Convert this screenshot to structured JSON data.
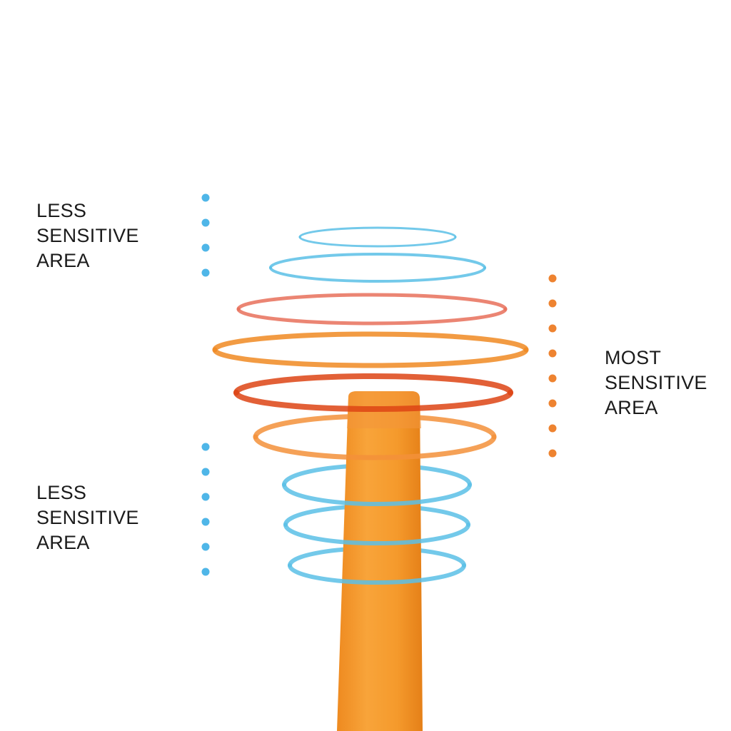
{
  "labels": {
    "top_less": [
      "LESS",
      "SENSITIVE",
      "AREA"
    ],
    "most": [
      "MOST",
      "SENSITIVE",
      "AREA"
    ],
    "bottom_less": [
      "LESS",
      "SENSITIVE",
      "AREA"
    ]
  },
  "colors": {
    "less_sensitive": "#5bbfe6",
    "less_dot": "#4fb6e8",
    "most_dot": "#ee8330",
    "ring_salmon": "#e8705a",
    "ring_orange": "#f08a22",
    "ring_red": "#dd4414",
    "ring_light_orange": "#f3903a",
    "stick": "#f59a2c",
    "stick_shade": "#e8831a",
    "text": "#1b1b1b"
  },
  "dot_groups": {
    "top_less_count": 4,
    "most_count": 8,
    "bottom_less_count": 6
  },
  "rings": [
    {
      "name": "ring-top-1",
      "color": "less_sensitive"
    },
    {
      "name": "ring-top-2",
      "color": "less_sensitive"
    },
    {
      "name": "ring-salmon",
      "color": "ring_salmon"
    },
    {
      "name": "ring-orange-wide",
      "color": "ring_orange"
    },
    {
      "name": "ring-red",
      "color": "ring_red"
    },
    {
      "name": "ring-light-orange",
      "color": "ring_light_orange"
    },
    {
      "name": "ring-bottom-1",
      "color": "less_sensitive"
    },
    {
      "name": "ring-bottom-2",
      "color": "less_sensitive"
    },
    {
      "name": "ring-bottom-3",
      "color": "less_sensitive"
    }
  ]
}
